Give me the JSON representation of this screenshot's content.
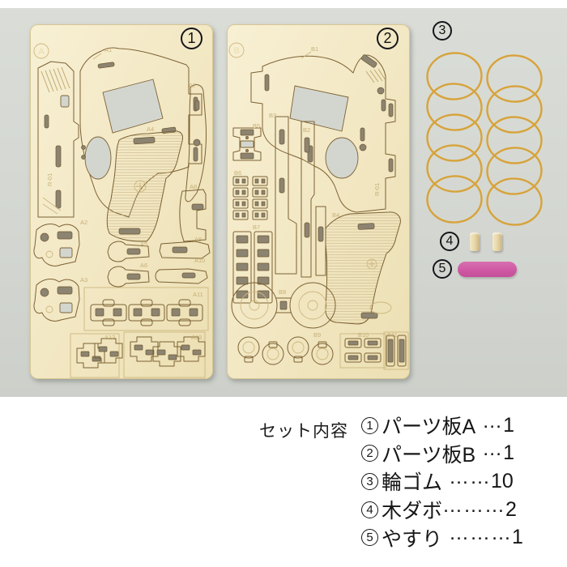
{
  "photo": {
    "background_color": "#d4d7d1",
    "wood_color": "#f2e7c3",
    "sheet_a": {
      "badge": "1",
      "watermark": "A",
      "code": "R-01",
      "part_labels": [
        "A1",
        "A2",
        "A3",
        "A4",
        "A5",
        "A6",
        "A7",
        "A8",
        "A9",
        "A10",
        "A11",
        "A12",
        "A13"
      ]
    },
    "sheet_b": {
      "badge": "2",
      "watermark": "B",
      "code": "R-01",
      "part_labels": [
        "B1",
        "B2",
        "B3",
        "B4",
        "B5",
        "B6",
        "B7",
        "B8",
        "B9",
        "B10",
        "B11"
      ]
    },
    "rubber_bands": {
      "badge": "3",
      "count": 10,
      "color": "#d7a33b"
    },
    "dowels": {
      "badge": "4",
      "count": 2,
      "color": "#e9d9a8"
    },
    "sanding_file": {
      "badge": "5",
      "count": 1,
      "color": "#cd57a1"
    }
  },
  "contents": {
    "heading": "セット内容",
    "items": [
      {
        "num": "1",
        "label": "パーツ板A",
        "dots": " …",
        "qty": "1"
      },
      {
        "num": "2",
        "label": "パーツ板B",
        "dots": " …",
        "qty": "1"
      },
      {
        "num": "3",
        "label": "輪ゴム",
        "dots": " ……",
        "qty": "10"
      },
      {
        "num": "4",
        "label": "木ダボ",
        "dots": "………",
        "qty": "2"
      },
      {
        "num": "5",
        "label": "やすり",
        "dots": " ………",
        "qty": "1"
      }
    ]
  }
}
